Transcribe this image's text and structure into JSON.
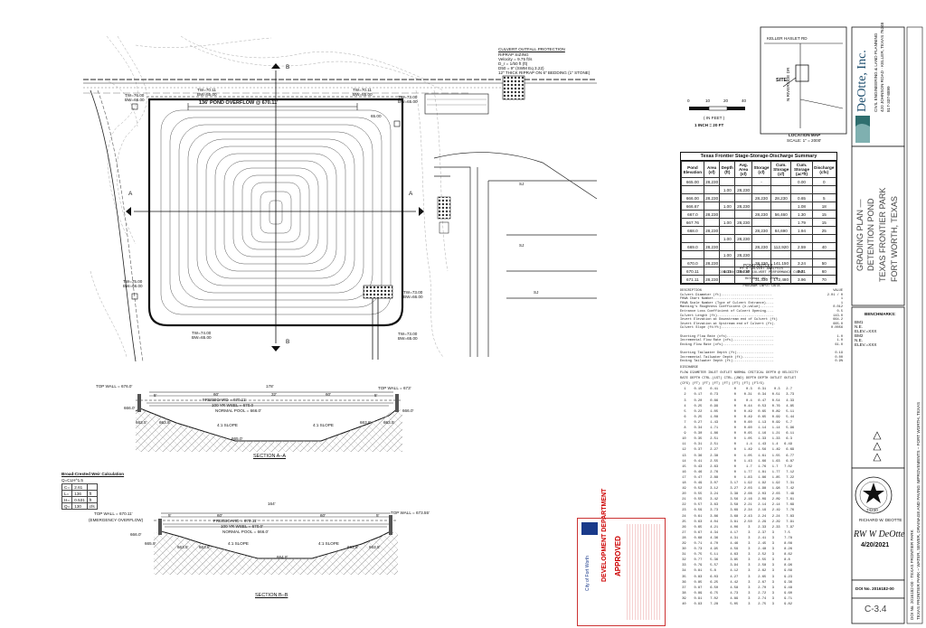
{
  "plan": {
    "section_marker_a": "A",
    "section_marker_b": "B",
    "overflow_label": "136' POND OVERFLOW @ 670.11'",
    "spot_labels": {
      "tw_tl": "TW=76.00\nBW=66.00",
      "tw_top_mid": "TW=70.11\nBW=65.00",
      "tw_top_right1": "TW=70.11\nBW=65.00",
      "tw_top_right2": "TW=73.00\nBW=65.00",
      "tw_bl": "TW=75.00\nBW=66.00",
      "tw_br": "TW=73.00\nBW=66.00",
      "tw_bottom_mid": "TW=74.00\nBW=65.00",
      "tw_bottom_right": "TW=73.00\nBW=65.00",
      "elev_65": "65.00"
    },
    "culvert_outfall": {
      "title": "CULVERT OUTFALL PROTECTION",
      "lines": [
        "RIPRAP SIZING",
        "Velocity = 9.75 ft/s",
        "D_r = 1/50 ft (ft)",
        "D50 = 9\" (SWM Eq 3.22)",
        "12\" THICK RIPRAP ON 6\" BEDDING (1\" STONE)"
      ]
    },
    "building_labels": [
      "SJ",
      "SJ",
      "SJ"
    ]
  },
  "scale": {
    "ticks": [
      "0",
      "10",
      "20",
      "40"
    ],
    "in_feet": "( IN FEET )",
    "ratio": "1 INCH =   20 FT"
  },
  "location_map": {
    "road": "KELLER HASLET RD",
    "site": "SITE",
    "road2": "N RIVERSIDE DR",
    "title": "LOCATION MAP",
    "scale": "SCALE: 1\" = 2000'"
  },
  "summary": {
    "caption": "Texas Frontier Stage-Storage-Discharge Summary",
    "headers": [
      "Pond Elevation",
      "Area (sf)",
      "Depth (ft)",
      "Avg. Area (sf)",
      "Storage (cf)",
      "Cum. Storage (cf)",
      "Cum. Storage (ac*ft)",
      "Discharge (cfs)"
    ],
    "rows": [
      [
        "665.00",
        "28,230",
        "",
        "",
        "-",
        "",
        "0.00",
        "0"
      ],
      [
        "",
        "",
        "1.00",
        "28,230",
        "",
        "",
        "",
        ""
      ],
      [
        "666.00",
        "28,230",
        "",
        "",
        "28,230",
        "28,230",
        "0.65",
        "5"
      ],
      [
        "666.67",
        "",
        "1.00",
        "28,230",
        "",
        "",
        "1.08",
        "18"
      ],
      [
        "667.0",
        "28,230",
        "",
        "",
        "28,230",
        "56,460",
        "1.30",
        "15"
      ],
      [
        "667.76",
        "",
        "1.00",
        "28,230",
        "",
        "",
        "1.79",
        "15"
      ],
      [
        "668.0",
        "28,230",
        "",
        "",
        "28,230",
        "84,690",
        "1.94",
        "25"
      ],
      [
        "",
        "",
        "1.00",
        "28,230",
        "",
        "",
        "",
        ""
      ],
      [
        "669.0",
        "28,230",
        "",
        "",
        "28,230",
        "112,920",
        "2.59",
        "40"
      ],
      [
        "",
        "",
        "1.00",
        "28,230",
        "",
        "",
        "",
        ""
      ],
      [
        "670.0",
        "28,230",
        "",
        "",
        "28,230",
        "141,150",
        "3.24",
        "50"
      ],
      [
        "670.11",
        "",
        "1.11",
        "28,230",
        "",
        "",
        "3.31",
        "60"
      ],
      [
        "671.11",
        "28,230",
        "",
        "",
        "31,330",
        "172,480",
        "3.96",
        "70"
      ]
    ],
    "outlet_label": "POND OUTLET"
  },
  "culvert_report": {
    "header1": "HY-8 CULVERT ANALYSIS",
    "header2": "CONSTRUCTION OF CULVERT PERFORMANCE CURVE",
    "date": "October 19, 2020",
    "section_title": "PROGRAM INPUT DATA",
    "col_desc": "DESCRIPTION",
    "col_val": "VALUE",
    "inputs": [
      [
        "Culvert Diameter (ft)..........................",
        "2.01 / 0"
      ],
      [
        "FHWA Chart Number...............................",
        "1"
      ],
      [
        "FHWA Scale Number (Type of Culvert Entrance)....",
        "1"
      ],
      [
        "Manning's Roughness Coefficient (n-value).......",
        "0.012"
      ],
      [
        "Entrance Loss Coefficient of Culvert Opening....",
        "0.5"
      ],
      [
        "Culvert Length (ft).............................",
        "143.0"
      ],
      [
        "Invert Elevation at Downstream end of Culvert (ft)",
        "664.2"
      ],
      [
        "Invert Elevation at Upstream end of Culvert (ft).",
        "665.0"
      ],
      [
        "Culvert Slope (ft/ft)...........................",
        "0.0056"
      ],
      [
        "",
        ""
      ],
      [
        "Starting Flow Rate (cfs)........................",
        "1.0"
      ],
      [
        "Incremental Flow Rate (cfs).....................",
        "1.0"
      ],
      [
        "Ending Flow Rate (cfs)..........................",
        "61.0"
      ],
      [
        "",
        ""
      ],
      [
        "Starting Tailwater Depth (ft)...................",
        "0.19"
      ],
      [
        "Incremental Tailwater Depth (ft)................",
        "0.00"
      ],
      [
        "Ending Tailwater Depth (ft).....................",
        "0.9%"
      ]
    ],
    "rating_header1": "                    DISCHARGE",
    "rating_header2": "FLOW  DIAMETER    INLET     OUTLET   NORMAL CRITICAL DEPTH @ VELOCITY",
    "rating_header3": "RATE  DEPTH  CTRL.(1ST) CTRL.(2ND) DEPTH  DEPTH   OUTLET   OUTLET",
    "rating_header4": "(CFS)  (FT)     (FT)      (FT)     (FT)   (FT)     (FT)    (FT/S)",
    "rating_rows": [
      "  1    0.15    0.41        0     0.3   0.31    0.3   2.7",
      "  2    0.17    0.73        0    0.31   0.34   0.51   3.73",
      "  3    0.20    0.86        0     0.4   0.47   0.54   4.33",
      "  4    0.25    0.99        0    0.44   0.53   0.76   4.85",
      "  5    0.22    1.05        0    0.49   0.65   0.89   5.11",
      "  6    0.25    1.08        0    0.49   0.65   0.99   5.44",
      "  7    0.27    1.43        0    0.60   1.13   0.99   5.7",
      "  8    0.34    1.71        0    0.60   1.14   1.14   5.96",
      "  9    0.30    1.86        0    0.65   1.16   1.21   6.11",
      " 10    0.35    2.51        0    1.05   1.33   1.33   6.3",
      " 11    0.31    2.51        0     1.4   1.43   1.4   6.49",
      " 12    0.37    2.27        0    1.49   1.56   1.49   6.69",
      " 13    0.36    2.38        0    1.05   1.61   1.55   6.77",
      " 14    0.41    2.55        0    1.43   1.66   1.63   6.87",
      " 15    0.43    2.63        0     1.7   1.76   1.7   7.02",
      " 16    0.46    2.76        0    1.77   1.81   1.77   7.12",
      " 17    0.47    2.88        0    1.83   1.86   1.85   7.22",
      " 18    0.49    3.07      3.17   1.92   1.92   1.92   7.31",
      " 19    0.52    3.12      3.27   2.03   1.98   1.98   7.42",
      " 20    0.55    3.24      3.38   2.08   2.03   2.03   7.49",
      " 21    0.55    3.42      3.56   2.16   2.09   2.09   7.61",
      " 22    0.57    3.63      3.58   2.21   2.14   2.14   7.69",
      " 23    0.59    3.73      3.69   2.34   2.19   2.19   7.76",
      " 24    0.61    3.86      3.68   2.43   2.24   2.24   7.83",
      " 25    0.63    4.04      3.81   2.50   2.29   2.29   7.91",
      " 26    0.65    4.21      4.06     3    2.33   2.33   7.97",
      " 27    0.67    4.34      4.17     3    2.37   3     7.5",
      " 28    0.68    4.36      4.31     3    2.41   3     7.78",
      " 29    0.71    4.70      4.46     3    2.45   3     8.08",
      " 30    0.73    4.95      4.59     3    2.48   3     8.26",
      " 31    0.75    5.11      4.63     3    2.52   3     8.62",
      " 32    0.77    5.36      3.85     3    2.55   3     8.8",
      " 33    0.79    5.57      3.94     3    2.58   3     8.96",
      " 34    0.81    5.8       4.12     3    2.62   3     9.09",
      " 35    0.83    6.03      4.27     3    2.65   3     9.23",
      " 36    0.85    6.25      4.42     3    2.67   3     9.36",
      " 37    0.87    6.50      4.58     3    2.70   3     9.48",
      " 38    0.89    6.75      4.73     3    2.72   3     9.60",
      " 39    0.91    7.02      4.89     3    2.74   3     9.71",
      " 40    0.93    7.28      5.05     3    2.75   3     9.82"
    ]
  },
  "section_a": {
    "title": "SECTION A–A",
    "top_wall_left": "TOP WALL = 676.0'",
    "top_wall_right": "TOP WALL = 673'",
    "span": "178'",
    "dims": [
      "5'",
      "60'",
      "32'",
      "60'",
      "5'"
    ],
    "freeboard": "FREEBOARD = 670.11'",
    "wsel100": "100 YR WSEL = 670.0",
    "normal_pool": "NORMAL POOL = 666.0'",
    "slope_left": "4:1 SLOPE",
    "slope_right": "4:1 SLOPE",
    "elevs": [
      "666.0'",
      "663.5'",
      "663.8'",
      "665.0'",
      "666.0'",
      "663.5'",
      "663.8'"
    ]
  },
  "section_b": {
    "title": "SECTION B–B",
    "top_wall_left": "TOP WALL = 670.11'",
    "top_wall_left2": "(EMERGENCY OVERFLOW)",
    "top_wall_right": "TOP WALL = 673.55'",
    "span": "164'",
    "dims": [
      "5'",
      "60'",
      "60'",
      "5'"
    ],
    "freeboard": "FREEBOARD = 670.11'",
    "wsel100": "100 YR WSEL = 670.0'",
    "normal_pool": "NORMAL POOL = 666.0'",
    "slope_left": "4:1 SLOPE",
    "slope_right": "4:1 SLOPE",
    "elevs": [
      "666.0'",
      "665.9'",
      "663.5'",
      "663.8'",
      "664.8'",
      "663.8'",
      "663.5'"
    ]
  },
  "weir": {
    "title": "Broad-Crested Weir Calculation",
    "formula": "Q=CLH^1.5",
    "rows": [
      [
        "C=",
        "2.61",
        ""
      ],
      [
        "L=",
        "136",
        "ft"
      ],
      [
        "H=",
        "0.531",
        "ft"
      ],
      [
        "Q=",
        "130",
        "cfs"
      ]
    ]
  },
  "stamp": {
    "top": "DEVELOPMENT DEPARTMENT",
    "approved": "APPROVED",
    "city": "City of Fort Worth"
  },
  "title_block": {
    "firm": "DeOtte, Inc.",
    "firm_sub": "CIVIL ENGINEERING & LAND PLANNING",
    "firm_addr": "420 JOHNSON ROAD · KELLER, TEXAS 76248",
    "firm_phone": "817-337-8899",
    "sheet_title_1": "GRADING PLAN —",
    "sheet_title_2": "DETENTION POND",
    "sheet_title_3": "TEXAS FRONTIER PARK",
    "sheet_title_4": "FORT WORTH, TEXAS",
    "benchmarks": "BENCHMARKS:",
    "bm_lines": [
      "BM1",
      "N.E.",
      "ELEV.=XXX",
      "BM2",
      "N.E.",
      "ELEV.=XXX"
    ],
    "project_vertical": "TEXAS FRONTIER PARK – WATER, SEWER, DRAINAGE AND PAVING IMPROVEMENTS – FORT WORTH, TEXAS",
    "doi_vertical": "DOI No. 2016182-00 · TEXAS FRONTIER PARK",
    "seal_name": "RICHARD W. DEOTTE",
    "seal_num": "74230",
    "signature": "RW W DeOtte",
    "sign_date": "4/20/2021",
    "doi": "DOI No. 2016182-00",
    "sheet_no": "C-3.4"
  }
}
